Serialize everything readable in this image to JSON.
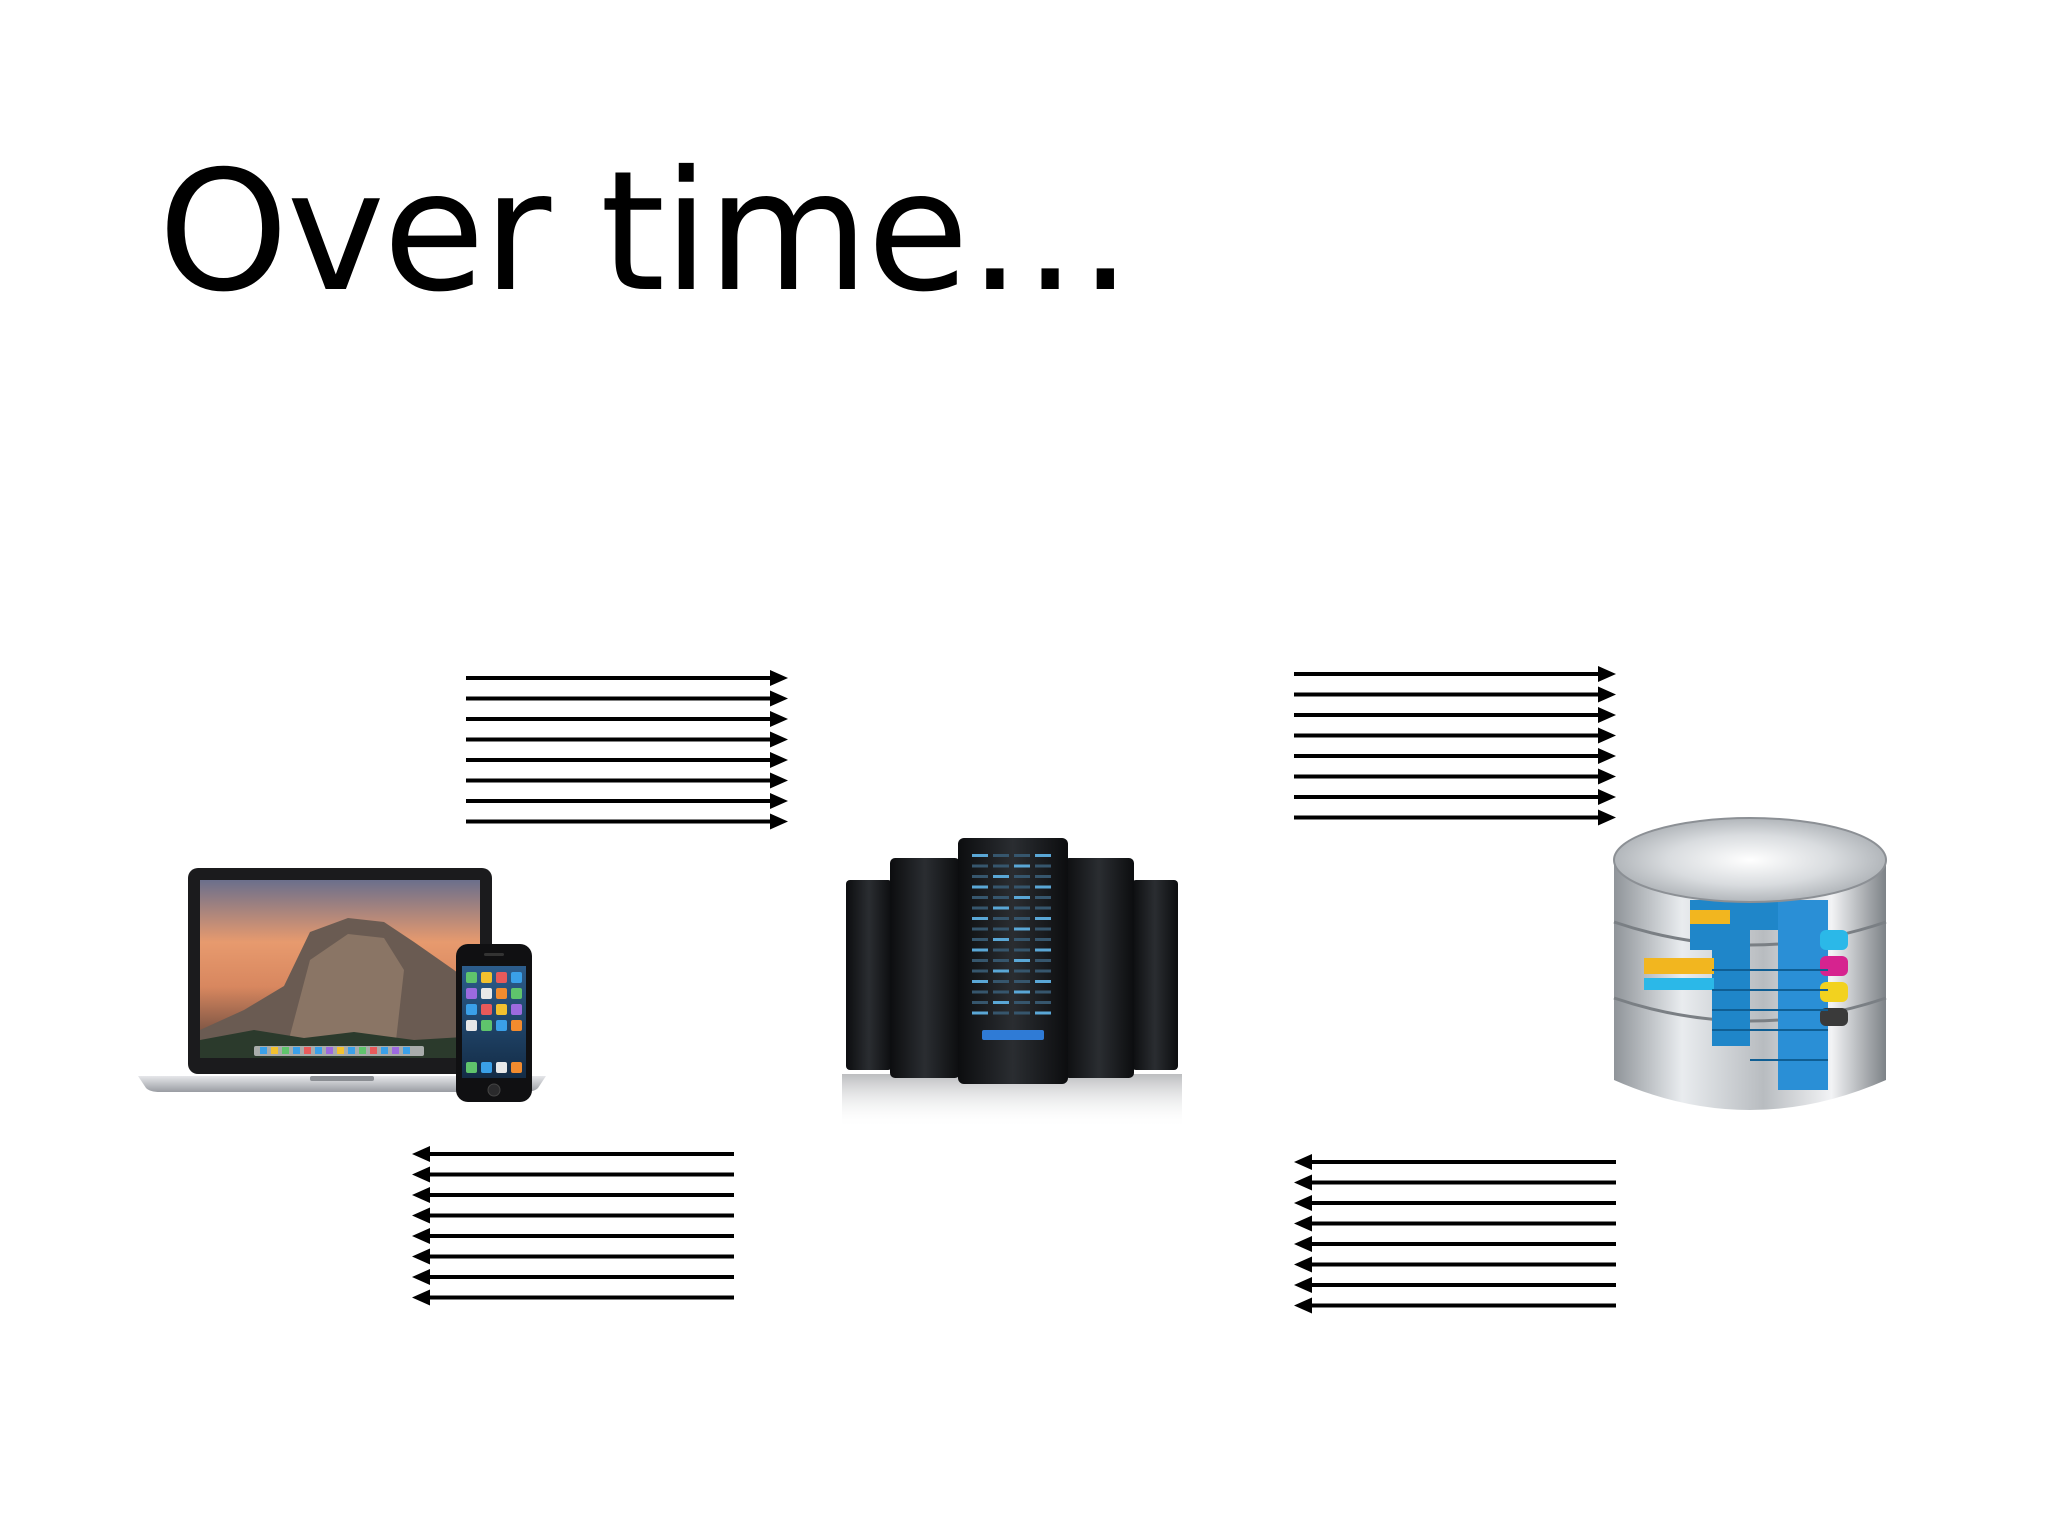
{
  "slide": {
    "title": "Over time…",
    "background_color": "#ffffff",
    "arrow_color": "#000000"
  },
  "diagram": {
    "nodes": [
      {
        "id": "client",
        "icon": "laptop-and-phone-icon"
      },
      {
        "id": "server",
        "icon": "server-rack-icon"
      },
      {
        "id": "database",
        "icon": "database-icon"
      }
    ],
    "arrow_groups": [
      {
        "id": "client-to-server",
        "direction": "right",
        "count": 8
      },
      {
        "id": "server-to-client",
        "direction": "left",
        "count": 8
      },
      {
        "id": "server-to-database",
        "direction": "right",
        "count": 8
      },
      {
        "id": "database-to-server",
        "direction": "left",
        "count": 8
      }
    ]
  }
}
